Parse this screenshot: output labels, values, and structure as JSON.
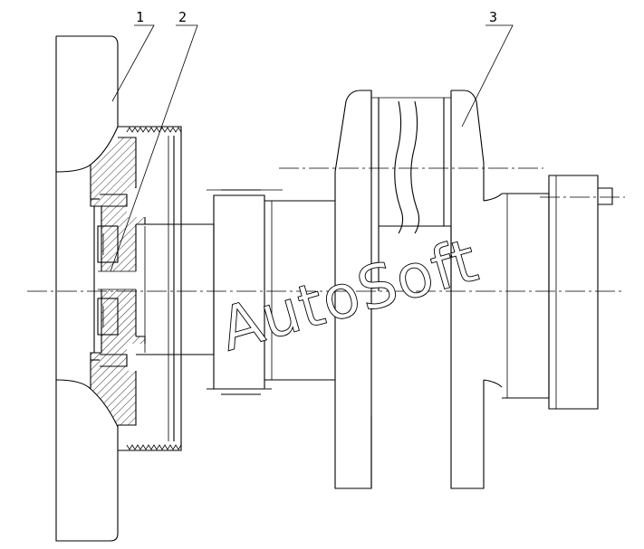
{
  "callouts": [
    {
      "id": "1",
      "label": "1"
    },
    {
      "id": "2",
      "label": "2"
    },
    {
      "id": "3",
      "label": "3"
    }
  ],
  "watermark": "AutoSoft",
  "colors": {
    "line": "#000000",
    "background": "#ffffff"
  }
}
